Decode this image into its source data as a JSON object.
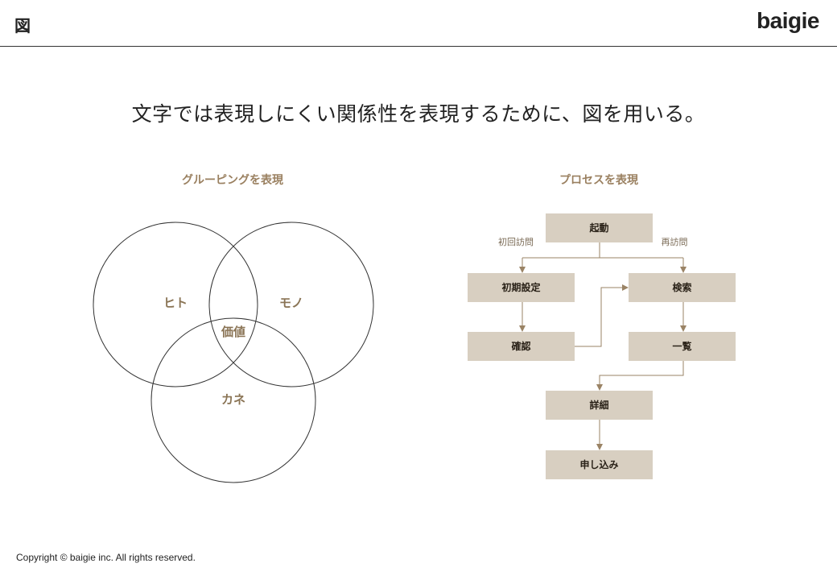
{
  "header": {
    "title": "図",
    "logo": "baigie"
  },
  "main": {
    "heading": "文字では表現しにくい関係性を表現するために、図を用いる。"
  },
  "venn": {
    "title": "グルーピングを表現",
    "labels": {
      "person": "ヒト",
      "thing": "モノ",
      "value": "価値",
      "money": "カネ"
    },
    "stroke_color": "#333333"
  },
  "process": {
    "title": "プロセスを表現",
    "nodes": {
      "start": "起動",
      "initial_setup": "初期設定",
      "confirm": "確認",
      "search": "検索",
      "list": "一覧",
      "details": "詳細",
      "apply": "申し込み"
    },
    "edge_labels": {
      "first_visit": "初回訪問",
      "revisit": "再訪問"
    },
    "node_color": "#d8cfc1",
    "arrow_color": "#9a8365"
  },
  "footer": {
    "copyright": "Copyright © baigie inc. All rights reserved."
  },
  "colors": {
    "accent": "#9a8060",
    "text": "#222222"
  }
}
